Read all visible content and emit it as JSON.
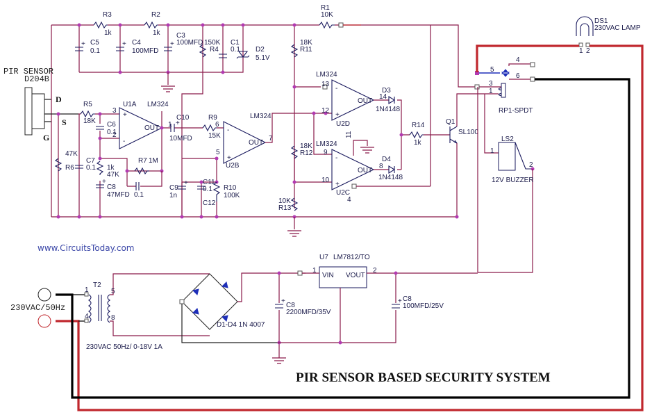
{
  "title": "PIR SENSOR BASED SECURITY SYSTEM",
  "website": "www.CircuitsToday.com",
  "colors": {
    "wire": "#8a1a4a",
    "mains_live": "#c0272d",
    "mains_neutral": "#000000",
    "junction": "#b23ab2",
    "component": "#1a1a5e",
    "diode_fill": "#1e2fb8"
  },
  "sensor": {
    "name": "PIR SENSOR",
    "model": "D204B",
    "pins": {
      "d": "D",
      "s": "S",
      "g": "G"
    }
  },
  "resistors": {
    "r1": {
      "ref": "R1",
      "value": "10K"
    },
    "r2": {
      "ref": "R2",
      "value": "1k"
    },
    "r3": {
      "ref": "R3",
      "value": "1k"
    },
    "r4": {
      "ref": "R4",
      "value": "150K"
    },
    "r5": {
      "ref": "R5",
      "value": "18K"
    },
    "r6": {
      "ref": "R6",
      "value": "47K"
    },
    "r7": {
      "ref": "R7",
      "value": "1M"
    },
    "r8": {
      "ref": "1k",
      "value": "47K"
    },
    "r9": {
      "ref": "R9",
      "value": "15K"
    },
    "r10": {
      "ref": "R10",
      "value": "100K"
    },
    "r11": {
      "ref": "R11",
      "value": "18K"
    },
    "r12": {
      "ref": "R12",
      "value": "18K"
    },
    "r13": {
      "ref": "R13",
      "value": "10K"
    },
    "r14": {
      "ref": "R14",
      "value": "1k"
    }
  },
  "capacitors": {
    "c1": {
      "ref": "C1",
      "value": "0.1"
    },
    "c3": {
      "ref": "C3",
      "value": "100MFD"
    },
    "c4": {
      "ref": "C4",
      "value": "100MFD"
    },
    "c5": {
      "ref": "C5",
      "value": "0.1"
    },
    "c6": {
      "ref": "C6",
      "value": "0.1"
    },
    "c7": {
      "ref": "C7",
      "value": "0.1"
    },
    "c8": {
      "ref": "C8",
      "value": "47MFD"
    },
    "c_fb": {
      "value": "0.1"
    },
    "c9": {
      "ref": "C9",
      "value": "1n"
    },
    "c10": {
      "ref": "C10",
      "value": "10MFD"
    },
    "c11": {
      "ref": "C11",
      "value": "0.1"
    },
    "c12": {
      "ref": "C12"
    },
    "c_filter": {
      "ref": "C8",
      "value": "2200MFD/35V"
    },
    "c_out": {
      "ref": "C8",
      "value": "100MFD/25V"
    }
  },
  "diodes": {
    "d2": {
      "ref": "D2",
      "value": "5.1V"
    },
    "d3": {
      "ref": "D3",
      "value": "1N4148"
    },
    "d4": {
      "ref": "D4",
      "value": "1N4148"
    },
    "bridge": {
      "label": "D1-D4 1N 4007"
    }
  },
  "opamps": {
    "u1a": {
      "ref": "U1A",
      "part": "LM324",
      "out": "OUT",
      "pins": [
        "3",
        "2",
        "1"
      ]
    },
    "u2b": {
      "ref": "U2B",
      "part": "LM324",
      "out": "OUT",
      "pins": [
        "6",
        "5",
        "7"
      ]
    },
    "u2d": {
      "ref": "U2D",
      "part": "LM324",
      "out": "OUT",
      "pins": [
        "13",
        "12",
        "14"
      ]
    },
    "u2c": {
      "ref": "U2C",
      "part": "LM324",
      "out": "OUT",
      "pins": [
        "9",
        "10",
        "8"
      ],
      "supply_pins": [
        "11",
        "4"
      ]
    }
  },
  "transistor": {
    "ref": "Q1",
    "part": "SL100"
  },
  "relay": {
    "ref": "RP1-SPDT",
    "pins": [
      "5",
      "4",
      "6",
      "3",
      "1"
    ]
  },
  "buzzer": {
    "ref": "LS2",
    "label": "12V BUZZER",
    "pins": [
      "1",
      "2"
    ]
  },
  "lamp": {
    "ref": "DS1",
    "label": "230VAC LAMP",
    "pins": [
      "1",
      "2"
    ]
  },
  "transformer": {
    "ref": "T2",
    "label": "230VAC 50Hz/ 0-18V 1A",
    "pins": [
      "1",
      "4",
      "5",
      "8"
    ]
  },
  "mains": {
    "label": "230VAC/50Hz"
  },
  "regulator": {
    "ref": "U7",
    "part": "LM7812/TO",
    "vin": "VIN",
    "vout": "VOUT",
    "pins": [
      "1",
      "2"
    ]
  }
}
